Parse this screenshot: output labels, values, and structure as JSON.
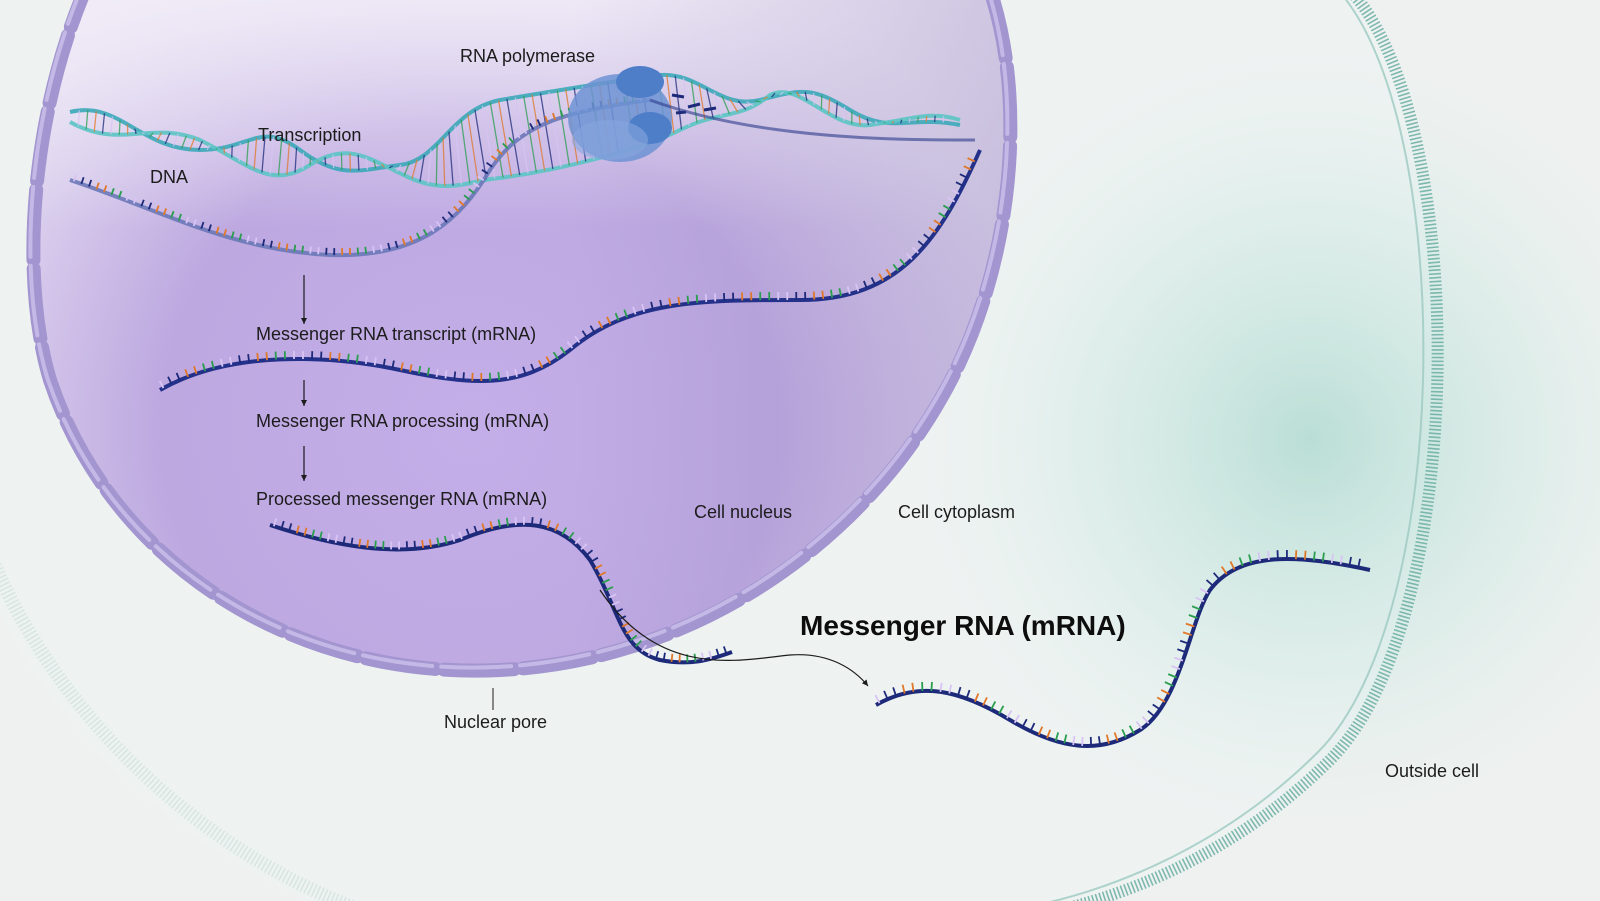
{
  "labels": {
    "rna_polymerase": "RNA polymerase",
    "transcription": "Transcription",
    "dna": "DNA",
    "mrna_transcript": "Messenger RNA transcript (mRNA)",
    "mrna_processing": "Messenger RNA processing (mRNA)",
    "processed_mrna": "Processed messenger RNA (mRNA)",
    "cell_nucleus": "Cell nucleus",
    "cell_cytoplasm": "Cell cytoplasm",
    "messenger_rna": "Messenger RNA (mRNA)",
    "nuclear_pore": "Nuclear pore",
    "outside_cell": "Outside cell"
  },
  "colors": {
    "nucleus_fill": "#c6b2e6",
    "nucleus_envelope": "#a99bd0",
    "cytoplasm_glow": "#bfe0d8",
    "cell_membrane": "#5fa89c",
    "dna_strand": "#3ba9b8",
    "rna_strand": "#1d2a7a",
    "polymerase": "#5a86cc",
    "base_colors": [
      "#d8c4f4",
      "#2a9d4e",
      "#e0782a",
      "#1d2a7a"
    ]
  }
}
